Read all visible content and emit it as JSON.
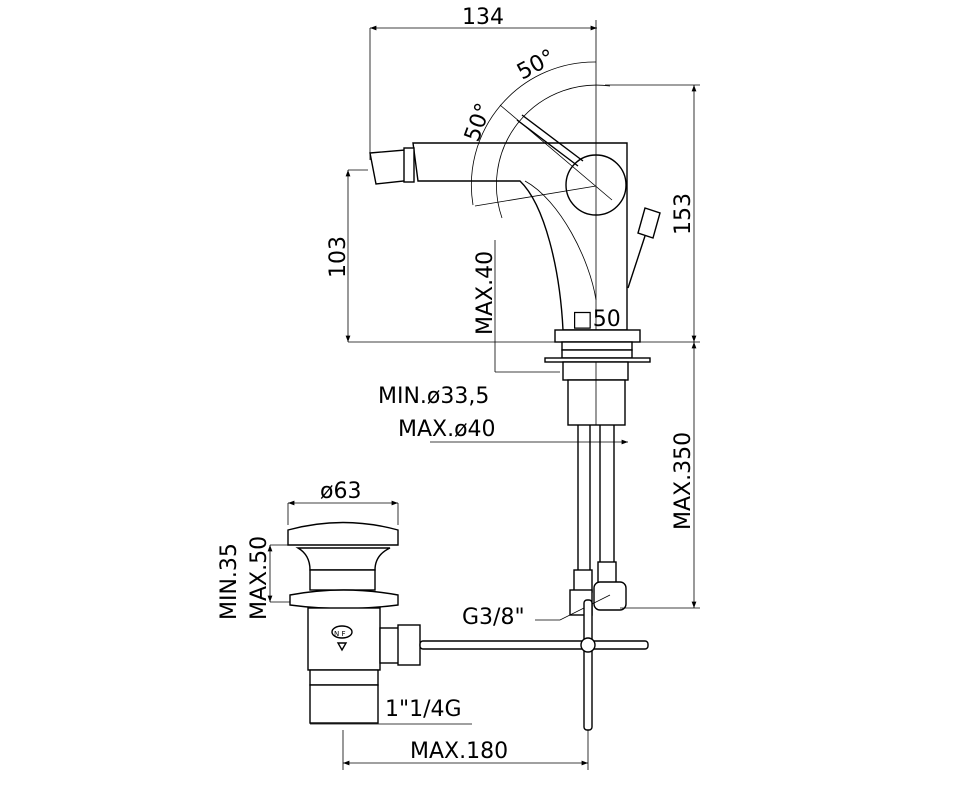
{
  "dimensions": {
    "width_total": "134",
    "angle_up": "50°",
    "angle_down": "50°",
    "height_total": "153",
    "spout_height": "103",
    "max_deck": "MAX.40",
    "base_square": "□50",
    "hole_min": "MIN.ø33,5",
    "hole_max": "MAX.ø40",
    "hose_length": "MAX.350",
    "connection": "G3/8\"",
    "drain_diameter": "ø63",
    "drain_min": "MIN.35",
    "drain_max": "MAX.50",
    "drain_thread": "1\"1/4G",
    "rod_length": "MAX.180"
  },
  "drain_mark": "N F"
}
